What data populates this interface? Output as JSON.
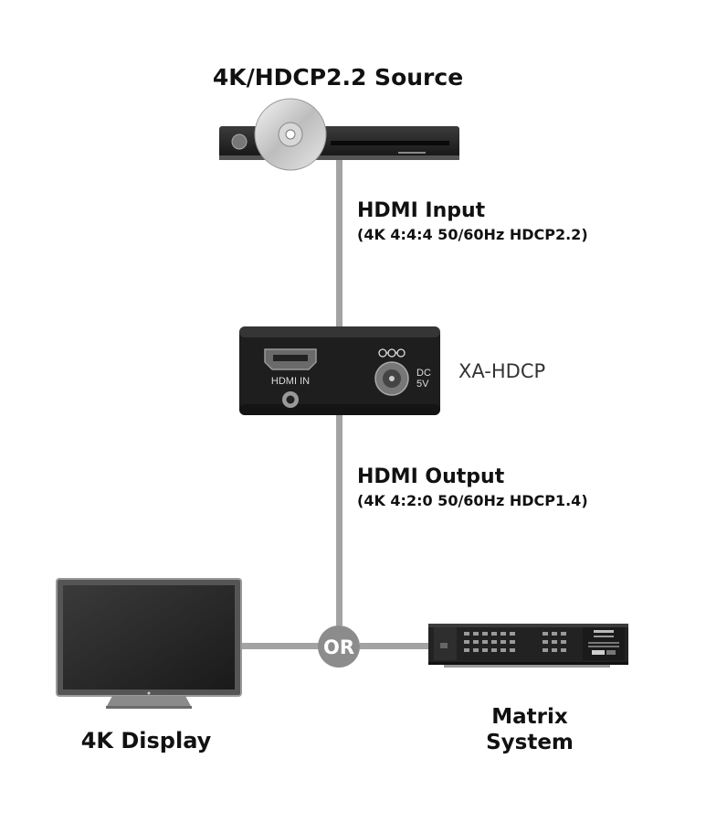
{
  "source": {
    "title": "4K/HDCP2.2 Source"
  },
  "input": {
    "title": "HDMI Input",
    "spec": "(4K 4:4:4 50/60Hz HDCP2.2)"
  },
  "device": {
    "name": "XA-HDCP",
    "port_hdmi_in": "HDMI IN",
    "port_dc": "DC",
    "port_dc_voltage": "5V"
  },
  "output": {
    "title": "HDMI Output",
    "spec": "(4K 4:2:0 50/60Hz HDCP1.4)"
  },
  "junction": {
    "label": "OR"
  },
  "display": {
    "title": "4K Display"
  },
  "matrix": {
    "title_line1": "Matrix",
    "title_line2": "System"
  },
  "colors": {
    "cable": "#a3a3a3",
    "device_body": "#1e1e1e",
    "or_circle": "#8c8c8c"
  }
}
